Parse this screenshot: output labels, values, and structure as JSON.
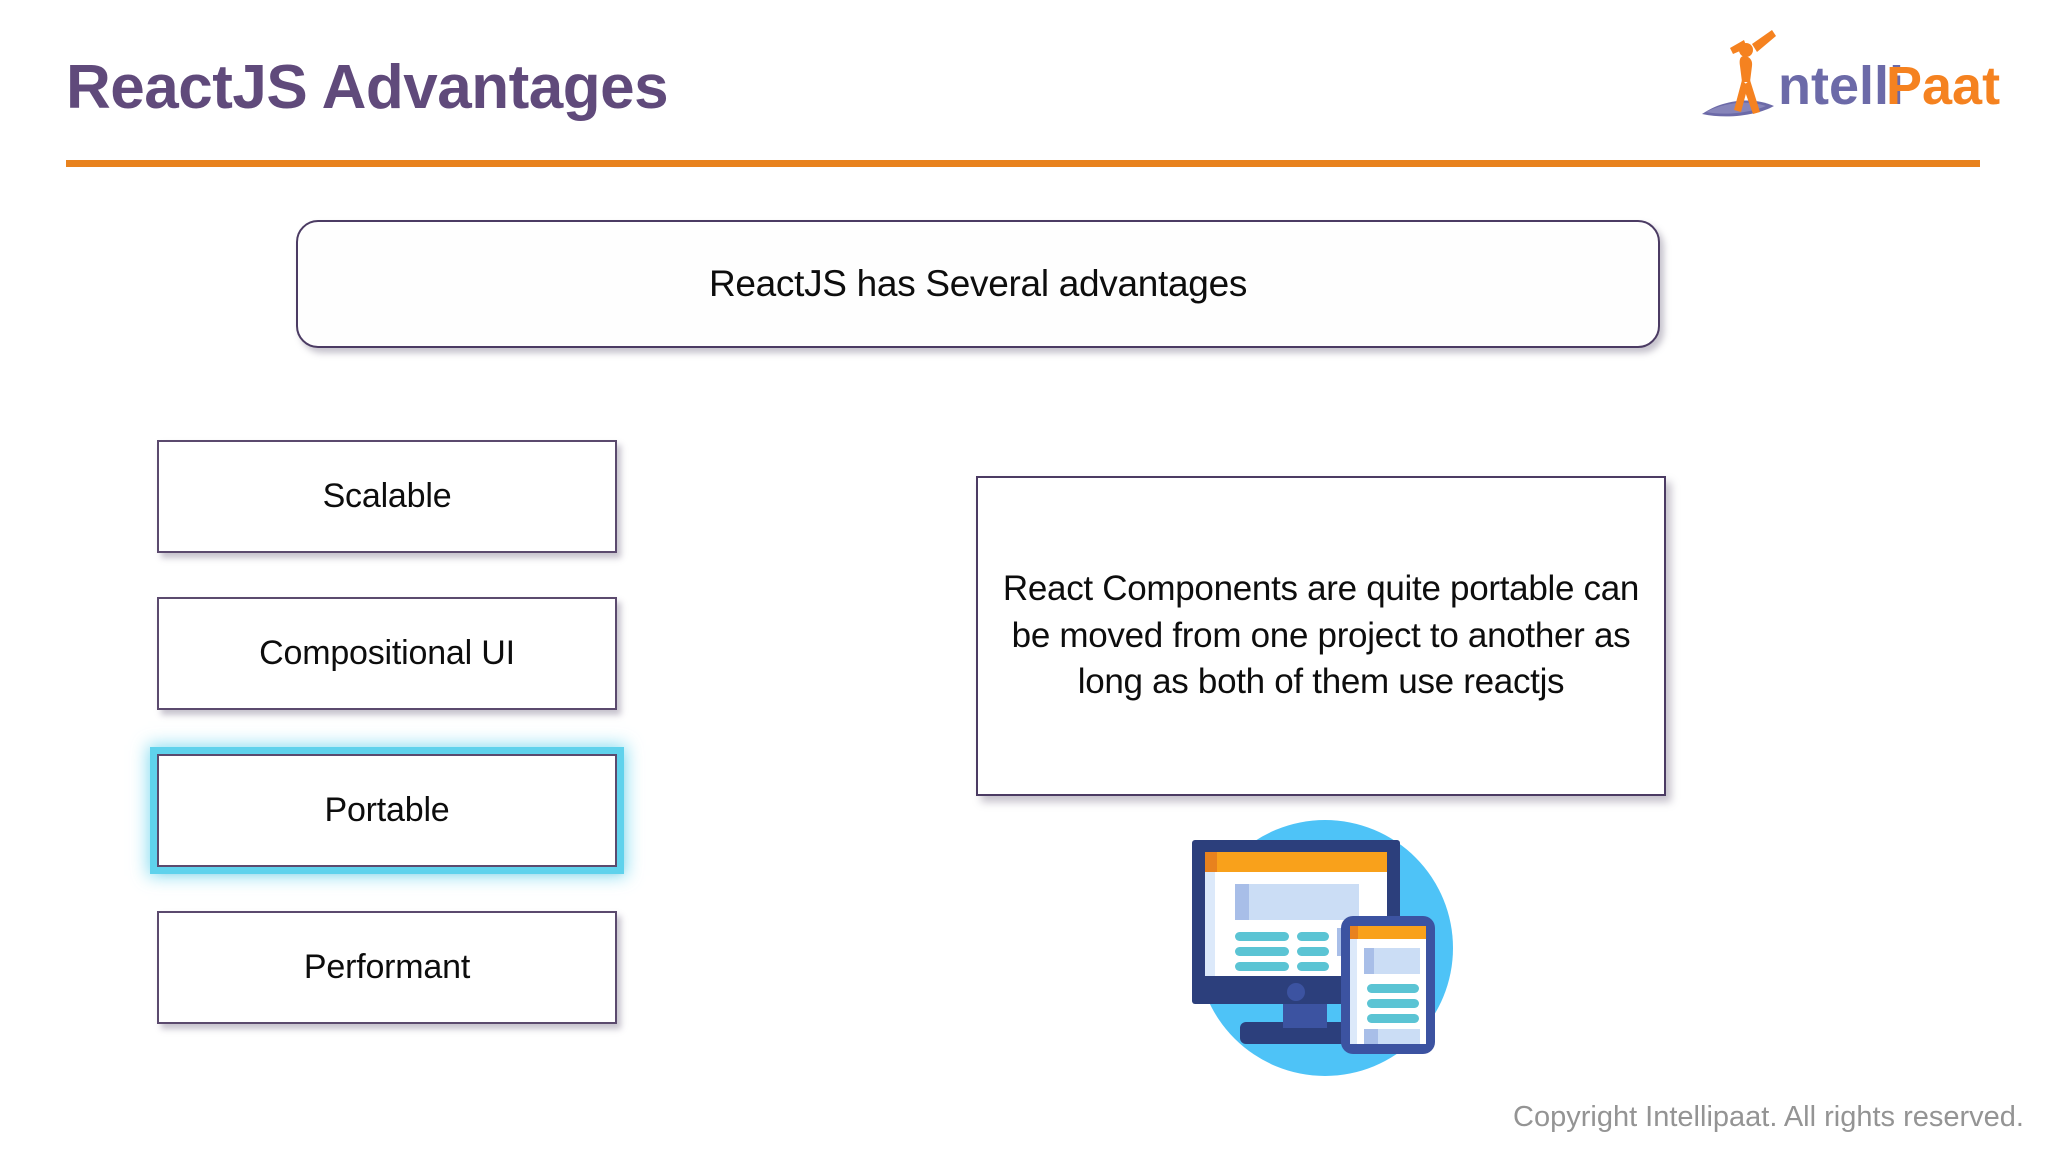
{
  "header": {
    "title": "ReactJS Advantages",
    "rule_color": "#E8821E",
    "title_color": "#604A7B"
  },
  "logo": {
    "name": "intellipaat-logo",
    "text_part_1": "ntelli",
    "text_part_2": "Paat",
    "purple": "#6C6AA8",
    "orange": "#F58220"
  },
  "banner": {
    "text": "ReactJS has Several advantages"
  },
  "advantages": {
    "items": [
      {
        "label": "Scalable",
        "highlighted": false
      },
      {
        "label": "Compositional UI",
        "highlighted": false
      },
      {
        "label": "Portable",
        "highlighted": true
      },
      {
        "label": "Performant",
        "highlighted": false
      }
    ],
    "highlight_color": "#5FD2EC"
  },
  "detail": {
    "text": "React Components are quite portable can be moved from one project to another as long as both of them use reactjs"
  },
  "illustration": {
    "name": "responsive-devices-illustration",
    "circle_color": "#4EC3F7",
    "monitor_frame_color": "#2C3F7C",
    "tablet_frame_color": "#3C53A1",
    "titlebar_color": "#F9A11B",
    "titlebar_accent_color": "#E8821E",
    "content_block_color": "#CBDDF5",
    "accent_block_color": "#A8BEE8",
    "line_color": "#5BC4D4",
    "screen_color": "#FFFFFF"
  },
  "footer": {
    "copyright": "Copyright Intellipaat. All rights reserved."
  }
}
